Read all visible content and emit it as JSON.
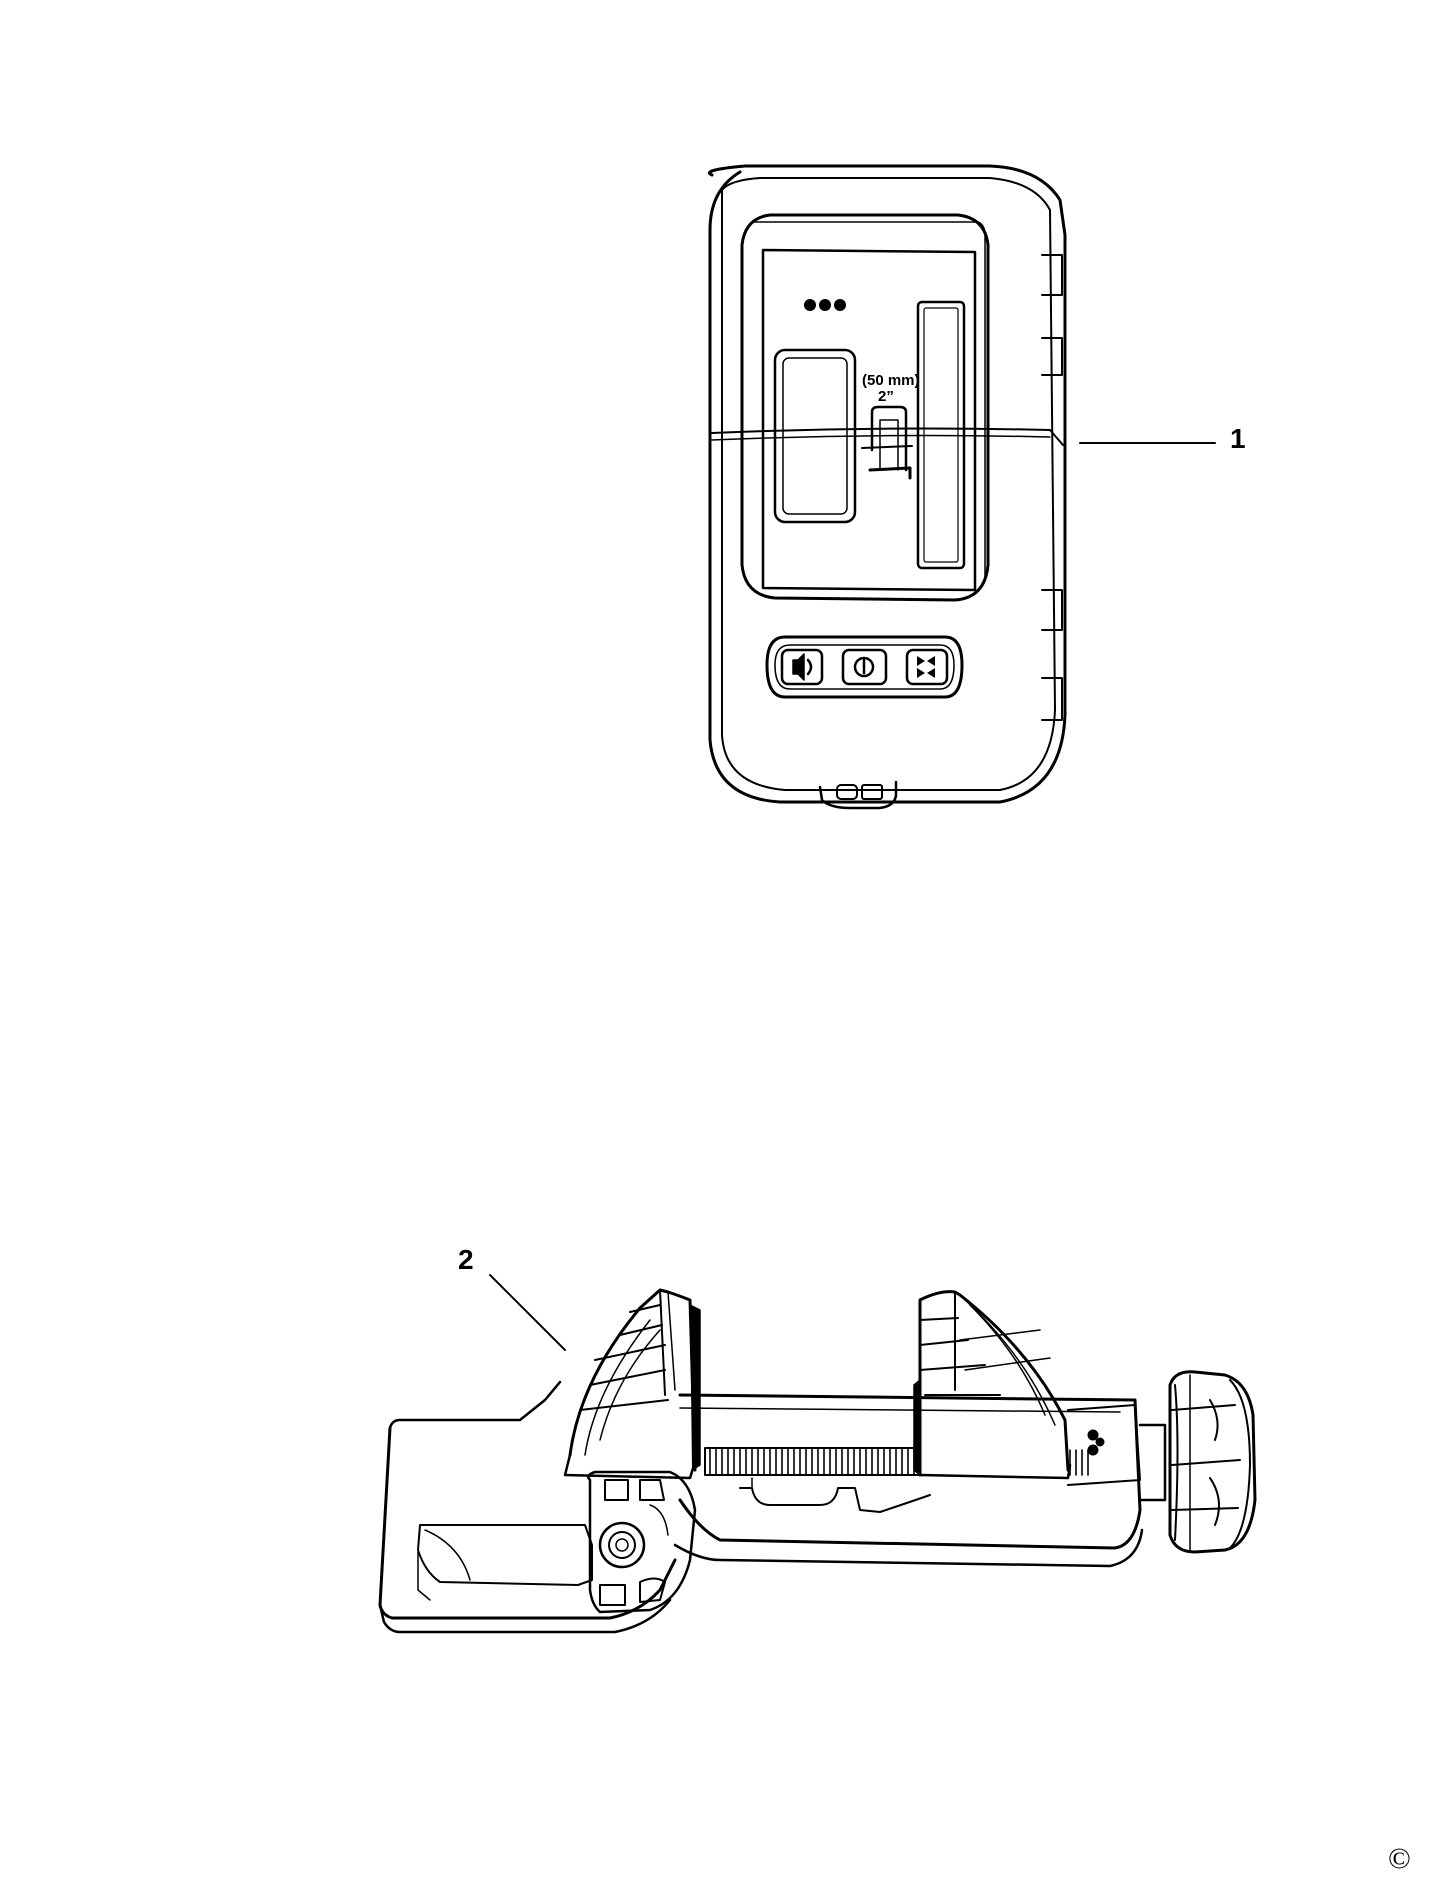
{
  "callouts": {
    "part1": "1",
    "part2": "2"
  },
  "detector": {
    "range_label_mm": "(50 mm)",
    "range_label_in": "2”"
  },
  "footer": {
    "copyright": "©"
  },
  "icons": [
    "speaker-icon",
    "power-icon",
    "accuracy-icon",
    "led-indicator-icon"
  ],
  "colors": {
    "line": "#000000",
    "background": "#ffffff"
  }
}
